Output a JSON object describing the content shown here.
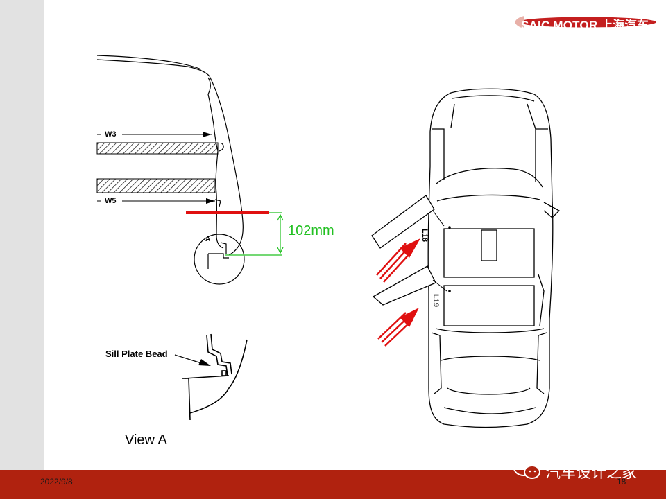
{
  "header": {
    "logo_text": "SAIC MOTOR 上海汽车"
  },
  "diagram": {
    "section_labels": [
      "W3",
      "W5"
    ],
    "detail_marker": "A",
    "dimension_label": "102mm",
    "sill_label": "Sill Plate Bead",
    "view_label": "View A",
    "car_labels": [
      "L18",
      "L19"
    ]
  },
  "footer": {
    "date": "2022/9/8",
    "page_number": "18",
    "watermark_text": "汽车设计之家"
  },
  "colors": {
    "footer_bar": "#b0220f",
    "side_strip": "#e2e2e2",
    "marker_line": "#e01010",
    "dimension": "#22c022",
    "arrows": "#e01010"
  },
  "icons": [
    "saic-logo",
    "wechat-icon",
    "red-arrow-icon"
  ]
}
